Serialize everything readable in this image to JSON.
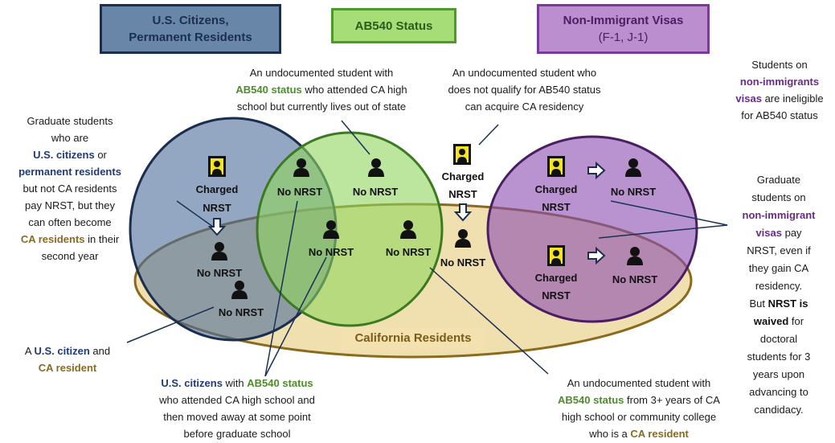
{
  "headers": {
    "us": {
      "line1": "U.S. Citizens,",
      "line2": "Permanent Residents"
    },
    "ab540": {
      "label": "AB540 Status"
    },
    "nonimm": {
      "line1": "Non-Immigrant Visas",
      "line2": "(F-1, J-1)"
    }
  },
  "regions": {
    "ca": "California Residents"
  },
  "labels": {
    "charged": "Charged",
    "nrst": "NRST",
    "no_nrst": "No NRST"
  },
  "notes": {
    "grad_us": {
      "l1": "Graduate students",
      "l2": "who are",
      "l3_b": "U.S. citizens",
      "l3_t": " or",
      "l4_b": "permanent residents",
      "l5": "but not CA residents",
      "l6": "pay NRST, but they",
      "l7": "can often become",
      "l8_b": "CA residents",
      "l8_t": " in their",
      "l9": "second year"
    },
    "ab540_out": {
      "l1": "An undocumented student with",
      "l2_b": "AB540 status",
      "l2_t": " who attended CA high",
      "l3": "school but currently lives out of state"
    },
    "undoc_noqual": {
      "l1": "An undocumented student who",
      "l2": "does not qualify for AB540 status",
      "l3": "can acquire CA residency"
    },
    "nonimm_inelig": {
      "l1": "Students on",
      "l2_b": "non-immigrants",
      "l3_b": "visas",
      "l3_t": " are ineligible",
      "l4": "for AB540 status"
    },
    "grad_nonimm": {
      "l1": "Graduate",
      "l2": "students on",
      "l3_b": "non-immigrant",
      "l4_b": "visas",
      "l4_t": " pay",
      "l5": "NRST, even if",
      "l6": "they gain CA",
      "l7": "residency.",
      "l8_t": "But ",
      "l8_b": "NRST is",
      "l9_b": "waived",
      "l9_t": " for",
      "l10": "doctoral",
      "l11": "students for 3",
      "l12": "years upon",
      "l13": "advancing to",
      "l14": "candidacy."
    },
    "us_ca": {
      "l1_t": "A ",
      "l1_b": "U.S. citizen",
      "l1_t2": " and",
      "l2_b": "CA resident"
    },
    "us_ab540": {
      "l1_b": "U.S. citizens",
      "l1_t": " with ",
      "l1_b2": "AB540 status",
      "l2": "who attended CA high school and",
      "l3": "then moved away at some point",
      "l4": "before graduate school"
    },
    "ab540_ca": {
      "l1": "An undocumented student with",
      "l2_b": "AB540 status",
      "l2_t": " from 3+ years of CA",
      "l3": "high school or community college",
      "l4_t": "who is a ",
      "l4_b": "CA resident"
    }
  },
  "icons": [
    "person-icon",
    "charged-badge-icon",
    "arrow-down-icon",
    "arrow-right-icon"
  ],
  "colors": {
    "us_fill": "#4d6d9a",
    "us_stroke": "#1c2e4f",
    "ab_fill": "#8fd55c",
    "ab_stroke": "#3c7a22",
    "ni_fill": "#8b4bb0",
    "ni_stroke": "#4a1e63",
    "ca_fill": "#e8cf86",
    "ca_stroke": "#8a6a1e"
  }
}
